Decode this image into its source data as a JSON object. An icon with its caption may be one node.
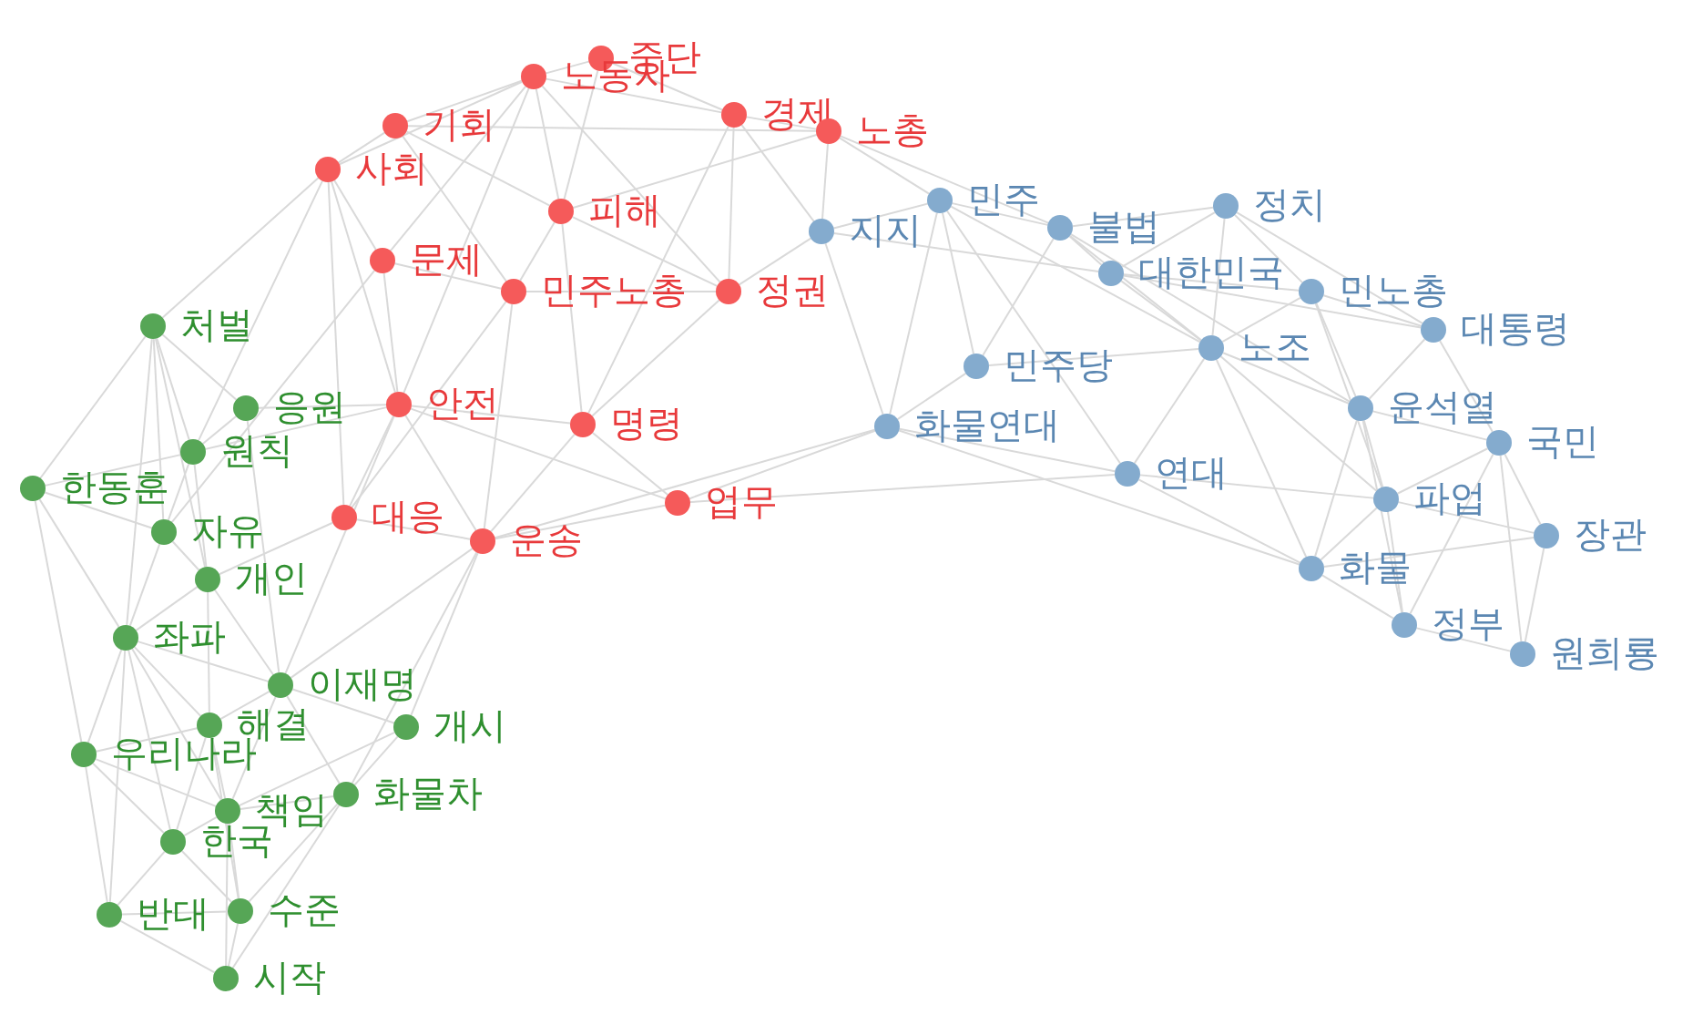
{
  "diagram": {
    "nodes": [
      {
        "text": [
          "중단"
        ]
      },
      {
        "text": [
          "노동자"
        ]
      },
      {
        "text": [
          "기회"
        ]
      },
      {
        "text": [
          "경제"
        ]
      },
      {
        "text": [
          "노총"
        ]
      },
      {
        "text": [
          "사회"
        ]
      },
      {
        "text": [
          "피해"
        ]
      },
      {
        "text": [
          "문제"
        ]
      },
      {
        "text": [
          "민주노총"
        ]
      },
      {
        "text": [
          "정권"
        ]
      },
      {
        "text": [
          "안전"
        ]
      },
      {
        "text": [
          "명령"
        ]
      },
      {
        "text": [
          "대응"
        ]
      },
      {
        "text": [
          "운송"
        ]
      },
      {
        "text": [
          "업무"
        ]
      },
      {
        "text": [
          "지지"
        ]
      },
      {
        "text": [
          "민주"
        ]
      },
      {
        "text": [
          "불법"
        ]
      },
      {
        "text": [
          "정치"
        ]
      },
      {
        "text": [
          "대한민국"
        ]
      },
      {
        "text": [
          "민노총"
        ]
      },
      {
        "text": [
          "대통령"
        ]
      },
      {
        "text": [
          "민주당"
        ]
      },
      {
        "text": [
          "노조"
        ]
      },
      {
        "text": [
          "화물연대"
        ]
      },
      {
        "text": [
          "윤석열"
        ]
      },
      {
        "text": [
          "국민"
        ]
      },
      {
        "text": [
          "연대"
        ]
      },
      {
        "text": [
          "파업"
        ]
      },
      {
        "text": [
          "장관"
        ]
      },
      {
        "text": [
          "화물"
        ]
      },
      {
        "text": [
          "정부"
        ]
      },
      {
        "text": [
          "원희룡"
        ]
      },
      {
        "text": [
          "처벌"
        ]
      },
      {
        "text": [
          "응원"
        ]
      },
      {
        "text": [
          "원칙"
        ]
      },
      {
        "text": [
          "한동훈"
        ]
      },
      {
        "text": [
          "자유"
        ]
      },
      {
        "text": [
          "개인"
        ]
      },
      {
        "text": [
          "좌파"
        ]
      },
      {
        "text": [
          "이재명"
        ]
      },
      {
        "text": [
          "해결"
        ]
      },
      {
        "text": [
          "개시"
        ]
      },
      {
        "text": [
          "우리나라"
        ]
      },
      {
        "text": [
          "책임"
        ]
      },
      {
        "text": [
          "화물차"
        ]
      },
      {
        "text": [
          "한국"
        ]
      },
      {
        "text": [
          "반대"
        ]
      },
      {
        "text": [
          "수준"
        ]
      },
      {
        "text": [
          "시작"
        ]
      }
    ],
    "edges": [
      {
        "from": 0,
        "to": 1,
        "arrow": "none"
      },
      {
        "from": 0,
        "to": 3,
        "arrow": "none"
      },
      {
        "from": 0,
        "to": 6,
        "arrow": "none"
      },
      {
        "from": 1,
        "to": 2,
        "arrow": "none"
      },
      {
        "from": 1,
        "to": 5,
        "arrow": "none"
      },
      {
        "from": 1,
        "to": 3,
        "arrow": "none"
      },
      {
        "from": 1,
        "to": 6,
        "arrow": "none"
      },
      {
        "from": 1,
        "to": 7,
        "arrow": "none"
      },
      {
        "from": 1,
        "to": 9,
        "arrow": "none"
      },
      {
        "from": 1,
        "to": 10,
        "arrow": "none"
      },
      {
        "from": 2,
        "to": 5,
        "arrow": "none"
      },
      {
        "from": 2,
        "to": 6,
        "arrow": "none"
      },
      {
        "from": 2,
        "to": 4,
        "arrow": "none"
      },
      {
        "from": 2,
        "to": 8,
        "arrow": "none"
      },
      {
        "from": 3,
        "to": 4,
        "arrow": "none"
      },
      {
        "from": 3,
        "to": 9,
        "arrow": "none"
      },
      {
        "from": 3,
        "to": 15,
        "arrow": "none"
      },
      {
        "from": 3,
        "to": 11,
        "arrow": "none"
      },
      {
        "from": 4,
        "to": 15,
        "arrow": "none"
      },
      {
        "from": 4,
        "to": 16,
        "arrow": "none"
      },
      {
        "from": 4,
        "to": 6,
        "arrow": "none"
      },
      {
        "from": 5,
        "to": 7,
        "arrow": "none"
      },
      {
        "from": 5,
        "to": 10,
        "arrow": "none"
      },
      {
        "from": 5,
        "to": 33,
        "arrow": "none"
      },
      {
        "from": 5,
        "to": 12,
        "arrow": "none"
      },
      {
        "from": 6,
        "to": 9,
        "arrow": "none"
      },
      {
        "from": 6,
        "to": 11,
        "arrow": "none"
      },
      {
        "from": 6,
        "to": 8,
        "arrow": "none"
      },
      {
        "from": 7,
        "to": 8,
        "arrow": "none"
      },
      {
        "from": 7,
        "to": 10,
        "arrow": "none"
      },
      {
        "from": 8,
        "to": 9,
        "arrow": "none"
      },
      {
        "from": 8,
        "to": 12,
        "arrow": "none"
      },
      {
        "from": 8,
        "to": 13,
        "arrow": "none"
      },
      {
        "from": 9,
        "to": 15,
        "arrow": "none"
      },
      {
        "from": 9,
        "to": 11,
        "arrow": "none"
      },
      {
        "from": 10,
        "to": 11,
        "arrow": "none"
      },
      {
        "from": 10,
        "to": 12,
        "arrow": "none"
      },
      {
        "from": 10,
        "to": 13,
        "arrow": "none"
      },
      {
        "from": 10,
        "to": 14,
        "arrow": "none"
      },
      {
        "from": 11,
        "to": 14,
        "arrow": "none"
      },
      {
        "from": 11,
        "to": 13,
        "arrow": "none"
      },
      {
        "from": 12,
        "to": 13,
        "arrow": "none"
      },
      {
        "from": 13,
        "to": 14,
        "arrow": "none"
      },
      {
        "from": 14,
        "to": 24,
        "arrow": "none"
      },
      {
        "from": 13,
        "to": 40,
        "arrow": "none"
      },
      {
        "from": 12,
        "to": 38,
        "arrow": "none"
      },
      {
        "from": 10,
        "to": 35,
        "arrow": "none"
      },
      {
        "from": 10,
        "to": 34,
        "arrow": "none"
      },
      {
        "from": 4,
        "to": 17,
        "arrow": "none"
      },
      {
        "from": 15,
        "to": 16,
        "arrow": "none"
      },
      {
        "from": 15,
        "to": 24,
        "arrow": "none"
      },
      {
        "from": 15,
        "to": 19,
        "arrow": "none"
      },
      {
        "from": 16,
        "to": 17,
        "arrow": "none"
      },
      {
        "from": 16,
        "to": 22,
        "arrow": "none"
      },
      {
        "from": 16,
        "to": 27,
        "arrow": "none"
      },
      {
        "from": 16,
        "to": 23,
        "arrow": "none"
      },
      {
        "from": 16,
        "to": 24,
        "arrow": "none"
      },
      {
        "from": 17,
        "to": 18,
        "arrow": "none"
      },
      {
        "from": 17,
        "to": 19,
        "arrow": "none"
      },
      {
        "from": 17,
        "to": 22,
        "arrow": "none"
      },
      {
        "from": 17,
        "to": 23,
        "arrow": "none"
      },
      {
        "from": 17,
        "to": 25,
        "arrow": "none"
      },
      {
        "from": 18,
        "to": 19,
        "arrow": "none"
      },
      {
        "from": 18,
        "to": 20,
        "arrow": "none"
      },
      {
        "from": 18,
        "to": 21,
        "arrow": "none"
      },
      {
        "from": 18,
        "to": 23,
        "arrow": "none"
      },
      {
        "from": 19,
        "to": 20,
        "arrow": "none"
      },
      {
        "from": 19,
        "to": 21,
        "arrow": "none"
      },
      {
        "from": 19,
        "to": 23,
        "arrow": "none"
      },
      {
        "from": 20,
        "to": 21,
        "arrow": "none"
      },
      {
        "from": 20,
        "to": 23,
        "arrow": "none"
      },
      {
        "from": 20,
        "to": 25,
        "arrow": "none"
      },
      {
        "from": 20,
        "to": 28,
        "arrow": "none"
      },
      {
        "from": 21,
        "to": 25,
        "arrow": "none"
      },
      {
        "from": 21,
        "to": 26,
        "arrow": "none"
      },
      {
        "from": 22,
        "to": 24,
        "arrow": "none"
      },
      {
        "from": 22,
        "to": 23,
        "arrow": "none"
      },
      {
        "from": 23,
        "to": 27,
        "arrow": "none"
      },
      {
        "from": 23,
        "to": 30,
        "arrow": "none"
      },
      {
        "from": 23,
        "to": 28,
        "arrow": "none"
      },
      {
        "from": 23,
        "to": 25,
        "arrow": "none"
      },
      {
        "from": 24,
        "to": 27,
        "arrow": "none"
      },
      {
        "from": 24,
        "to": 30,
        "arrow": "none"
      },
      {
        "from": 25,
        "to": 26,
        "arrow": "none"
      },
      {
        "from": 25,
        "to": 28,
        "arrow": "none"
      },
      {
        "from": 25,
        "to": 30,
        "arrow": "none"
      },
      {
        "from": 26,
        "to": 28,
        "arrow": "none"
      },
      {
        "from": 26,
        "to": 29,
        "arrow": "none"
      },
      {
        "from": 26,
        "to": 32,
        "arrow": "none"
      },
      {
        "from": 27,
        "to": 28,
        "arrow": "none"
      },
      {
        "from": 27,
        "to": 30,
        "arrow": "none"
      },
      {
        "from": 28,
        "to": 29,
        "arrow": "none"
      },
      {
        "from": 28,
        "to": 30,
        "arrow": "none"
      },
      {
        "from": 28,
        "to": 31,
        "arrow": "none"
      },
      {
        "from": 29,
        "to": 30,
        "arrow": "none"
      },
      {
        "from": 29,
        "to": 32,
        "arrow": "none"
      },
      {
        "from": 30,
        "to": 31,
        "arrow": "none"
      },
      {
        "from": 31,
        "to": 32,
        "arrow": "none"
      },
      {
        "from": 25,
        "to": 31,
        "arrow": "none"
      },
      {
        "from": 26,
        "to": 31,
        "arrow": "none"
      },
      {
        "from": 14,
        "to": 27,
        "arrow": "none"
      },
      {
        "from": 13,
        "to": 24,
        "arrow": "none"
      },
      {
        "from": 33,
        "to": 34,
        "arrow": "none"
      },
      {
        "from": 33,
        "to": 35,
        "arrow": "none"
      },
      {
        "from": 33,
        "to": 36,
        "arrow": "none"
      },
      {
        "from": 33,
        "to": 37,
        "arrow": "none"
      },
      {
        "from": 33,
        "to": 38,
        "arrow": "none"
      },
      {
        "from": 33,
        "to": 39,
        "arrow": "none"
      },
      {
        "from": 34,
        "to": 35,
        "arrow": "none"
      },
      {
        "from": 34,
        "to": 40,
        "arrow": "none"
      },
      {
        "from": 35,
        "to": 36,
        "arrow": "none"
      },
      {
        "from": 35,
        "to": 37,
        "arrow": "none"
      },
      {
        "from": 35,
        "to": 38,
        "arrow": "none"
      },
      {
        "from": 36,
        "to": 37,
        "arrow": "none"
      },
      {
        "from": 36,
        "to": 39,
        "arrow": "none"
      },
      {
        "from": 36,
        "to": 43,
        "arrow": "none"
      },
      {
        "from": 37,
        "to": 38,
        "arrow": "none"
      },
      {
        "from": 37,
        "to": 39,
        "arrow": "none"
      },
      {
        "from": 38,
        "to": 39,
        "arrow": "none"
      },
      {
        "from": 38,
        "to": 40,
        "arrow": "none"
      },
      {
        "from": 38,
        "to": 41,
        "arrow": "none"
      },
      {
        "from": 39,
        "to": 40,
        "arrow": "none"
      },
      {
        "from": 39,
        "to": 41,
        "arrow": "none"
      },
      {
        "from": 39,
        "to": 43,
        "arrow": "none"
      },
      {
        "from": 39,
        "to": 44,
        "arrow": "none"
      },
      {
        "from": 39,
        "to": 46,
        "arrow": "none"
      },
      {
        "from": 39,
        "to": 47,
        "arrow": "none"
      },
      {
        "from": 40,
        "to": 41,
        "arrow": "none"
      },
      {
        "from": 40,
        "to": 42,
        "arrow": "none"
      },
      {
        "from": 40,
        "to": 44,
        "arrow": "none"
      },
      {
        "from": 40,
        "to": 45,
        "arrow": "none"
      },
      {
        "from": 41,
        "to": 43,
        "arrow": "none"
      },
      {
        "from": 41,
        "to": 44,
        "arrow": "none"
      },
      {
        "from": 41,
        "to": 46,
        "arrow": "none"
      },
      {
        "from": 41,
        "to": 48,
        "arrow": "none"
      },
      {
        "from": 42,
        "to": 45,
        "arrow": "none"
      },
      {
        "from": 42,
        "to": 44,
        "arrow": "none"
      },
      {
        "from": 42,
        "to": 13,
        "arrow": "none"
      },
      {
        "from": 43,
        "to": 44,
        "arrow": "none"
      },
      {
        "from": 43,
        "to": 46,
        "arrow": "none"
      },
      {
        "from": 43,
        "to": 47,
        "arrow": "none"
      },
      {
        "from": 44,
        "to": 45,
        "arrow": "none"
      },
      {
        "from": 44,
        "to": 46,
        "arrow": "none"
      },
      {
        "from": 44,
        "to": 48,
        "arrow": "none"
      },
      {
        "from": 44,
        "to": 49,
        "arrow": "none"
      },
      {
        "from": 45,
        "to": 48,
        "arrow": "none"
      },
      {
        "from": 45,
        "to": 49,
        "arrow": "none"
      },
      {
        "from": 46,
        "to": 47,
        "arrow": "none"
      },
      {
        "from": 46,
        "to": 48,
        "arrow": "none"
      },
      {
        "from": 47,
        "to": 48,
        "arrow": "none"
      },
      {
        "from": 47,
        "to": 49,
        "arrow": "none"
      },
      {
        "from": 48,
        "to": 49,
        "arrow": "none"
      },
      {
        "from": 45,
        "to": 13,
        "arrow": "none"
      },
      {
        "from": 40,
        "to": 10,
        "arrow": "none"
      },
      {
        "from": 35,
        "to": 5,
        "arrow": "none"
      },
      {
        "from": 37,
        "to": 7,
        "arrow": "none"
      }
    ]
  }
}
